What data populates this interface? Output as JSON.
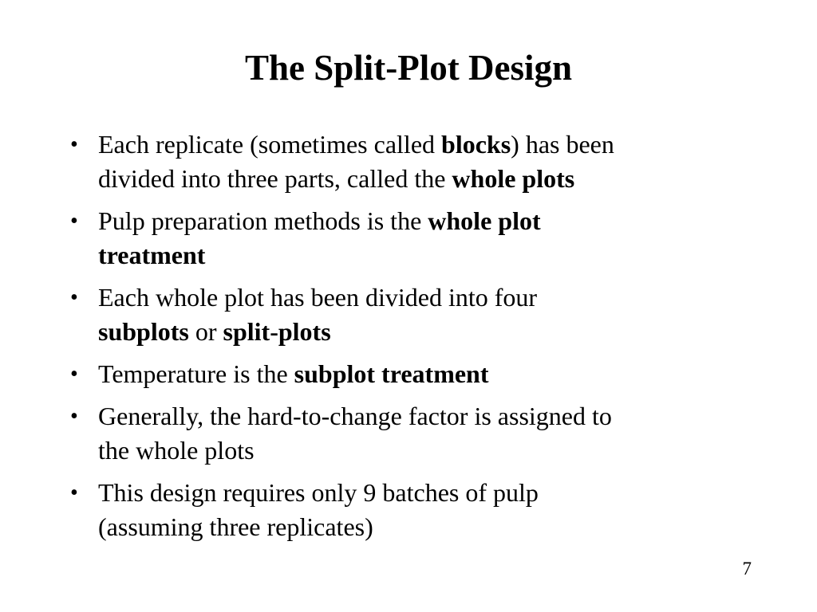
{
  "slide": {
    "title": "The Split-Plot Design",
    "bullet_marker": "•",
    "bullets": [
      {
        "lines": [
          [
            {
              "t": "Each replicate (sometimes called ",
              "b": false
            },
            {
              "t": "blocks",
              "b": true
            },
            {
              "t": ") has been",
              "b": false
            }
          ],
          [
            {
              "t": "divided into three parts, called the ",
              "b": false
            },
            {
              "t": "whole plots",
              "b": true
            }
          ]
        ]
      },
      {
        "lines": [
          [
            {
              "t": "Pulp preparation methods is the ",
              "b": false
            },
            {
              "t": "whole plot",
              "b": true
            }
          ],
          [
            {
              "t": "treatment",
              "b": true
            }
          ]
        ]
      },
      {
        "lines": [
          [
            {
              "t": "Each whole plot has been divided into four",
              "b": false
            }
          ],
          [
            {
              "t": "subplots",
              "b": true
            },
            {
              "t": " or ",
              "b": false
            },
            {
              "t": "split-plots",
              "b": true
            }
          ]
        ]
      },
      {
        "lines": [
          [
            {
              "t": "Temperature is the ",
              "b": false
            },
            {
              "t": "subplot treatment",
              "b": true
            }
          ]
        ]
      },
      {
        "lines": [
          [
            {
              "t": "Generally, the hard-to-change factor is assigned to",
              "b": false
            }
          ],
          [
            {
              "t": "the whole plots",
              "b": false
            }
          ]
        ]
      },
      {
        "lines": [
          [
            {
              "t": "This design requires only 9 batches of pulp",
              "b": false
            }
          ],
          [
            {
              "t": "(assuming three replicates)",
              "b": false
            }
          ]
        ]
      }
    ],
    "page_number": "7",
    "colors": {
      "background": "#ffffff",
      "text": "#000000"
    }
  }
}
